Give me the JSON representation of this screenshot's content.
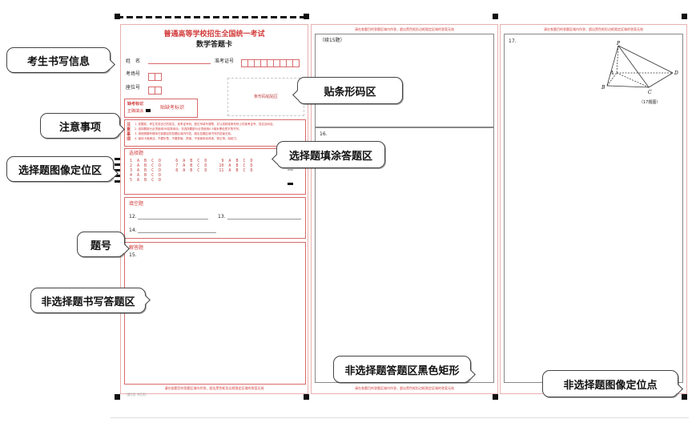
{
  "sheet": {
    "title_main": "普通高等学校招生全国统一考试",
    "title_sub": "数学答题卡",
    "name_label": "姓　名",
    "ticket_label": "准考证号",
    "room_label": "考场号",
    "seat_label": "座位号",
    "barcode_label": "条形码粘贴区",
    "absent_label": "缺考标记",
    "absent_sample": "正确填涂",
    "absent_note": "贴缺考标识",
    "notice_label": "注意事项",
    "notice_lines": [
      "1. 答题前，考生先将自己的姓名、准考证号码、座位号填写清楚，并认真核准条形码上的准考证号、姓名及科目。",
      "2. 选择题部分必须使用2B铅笔填涂；非选择题部分必须使用0.5毫米黑色签字笔书写。",
      "3. 请按照题号顺序在各题目的答题区域内作答，超出答题区域书写的答案无效。",
      "4. 保持卡面清洁，不要折叠、不要弄破、弄皱，不准使用涂改液、修正带、刮纸刀。"
    ],
    "mc_title": "选择题",
    "mc_rows": [
      "1  A  B  C  D      6  A  B  C  D      9  A  B  C  D",
      "2  A  B  C  D      7  A  B  C  D     10  A  B  C  D",
      "3  A  B  C  D      8  A  B  C  D     11  A  B  C  D",
      "4  A  B  C  D",
      "5  A  B  C  D"
    ],
    "fill_title": "填空题",
    "fill_12": "12.",
    "fill_13": "13.",
    "fill_14": "14.",
    "answer_title": "解答题",
    "q15": "15.",
    "q15_tag": "（续15题）",
    "q16": "16.",
    "q17": "17.",
    "fig_caption": "（17题图）",
    "fig_labels": {
      "p": "P",
      "a": "A",
      "b": "B",
      "c": "C",
      "d": "D"
    },
    "warn_text": "请在各题目的答题区域内作答，超出黑色矩形边框限定区域的答案无效",
    "footer_left": "（第1页 共2页）"
  },
  "callouts": {
    "student_info": "考生书写信息",
    "notice": "注意事项",
    "mc_locator": "选择题图像定位区",
    "question_no": "题号",
    "free_answer": "非选择题书写答题区",
    "barcode": "贴条形码区",
    "mc_fill": "选择题填涂答题区",
    "black_rect": "非选择题答题区黑色矩形",
    "locator_point": "非选择题图像定位点"
  }
}
